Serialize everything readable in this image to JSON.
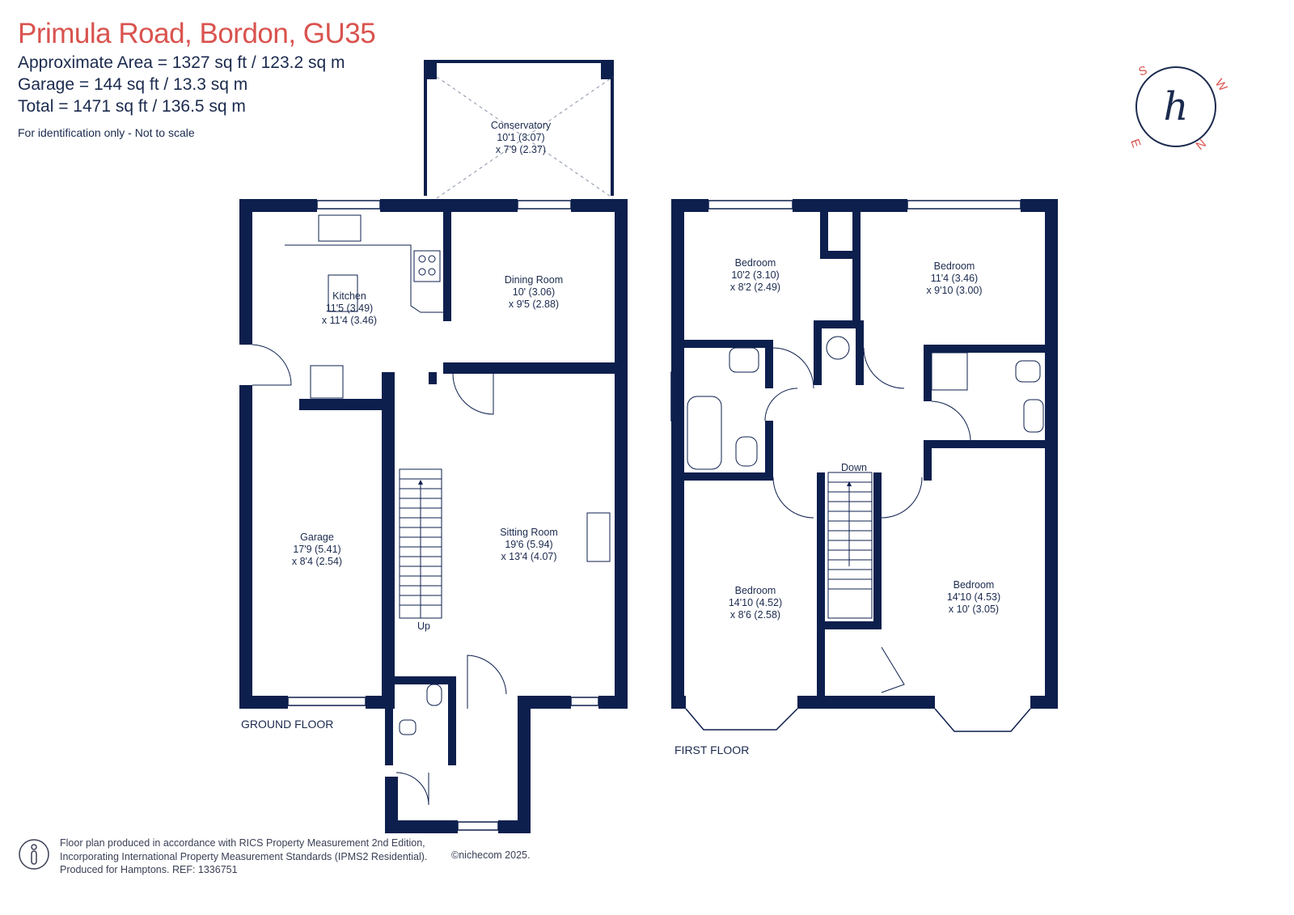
{
  "header": {
    "title": "Primula Road, Bordon, GU35",
    "approx_area": "Approximate Area = 1327 sq ft / 123.2 sq m",
    "garage_area": "Garage = 144 sq ft / 13.3 sq m",
    "total_area": "Total = 1471 sq ft / 136.5 sq m",
    "note": "For identification only - Not to scale"
  },
  "ground_floor": {
    "label": "GROUND FLOOR",
    "conservatory": {
      "name": "Conservatory",
      "dim1": "10'1 (3.07)",
      "dim2": "x 7'9 (2.37)"
    },
    "kitchen": {
      "name": "Kitchen",
      "dim1": "11'5 (3.49)",
      "dim2": "x 11'4 (3.46)"
    },
    "dining": {
      "name": "Dining Room",
      "dim1": "10' (3.06)",
      "dim2": "x 9'5 (2.88)"
    },
    "garage": {
      "name": "Garage",
      "dim1": "17'9 (5.41)",
      "dim2": "x 8'4 (2.54)"
    },
    "sitting": {
      "name": "Sitting Room",
      "dim1": "19'6 (5.94)",
      "dim2": "x 13'4 (4.07)"
    },
    "stairs_label": "Up"
  },
  "first_floor": {
    "label": "FIRST FLOOR",
    "bedroom_nw": {
      "name": "Bedroom",
      "dim1": "10'2 (3.10)",
      "dim2": "x 8'2 (2.49)"
    },
    "bedroom_ne": {
      "name": "Bedroom",
      "dim1": "11'4 (3.46)",
      "dim2": "x 9'10 (3.00)"
    },
    "bedroom_sw": {
      "name": "Bedroom",
      "dim1": "14'10 (4.52)",
      "dim2": "x 8'6 (2.58)"
    },
    "bedroom_se": {
      "name": "Bedroom",
      "dim1": "14'10 (4.53)",
      "dim2": "x 10' (3.05)"
    },
    "stairs_label": "Down"
  },
  "footer": {
    "line1": "Floor plan produced in accordance with RICS Property Measurement 2nd Edition,",
    "line2": "Incorporating International Property Measurement Standards (IPMS2 Residential).",
    "line3": "Produced for Hamptons.   REF: 1336751",
    "copyright": "©nichecom 2025."
  },
  "compass": {
    "letters": [
      "S",
      "W",
      "N",
      "E"
    ],
    "logo_letter": "h"
  },
  "colors": {
    "wall": "#0d1f4d",
    "title": "#d9534f",
    "text": "#1b2a4e"
  }
}
